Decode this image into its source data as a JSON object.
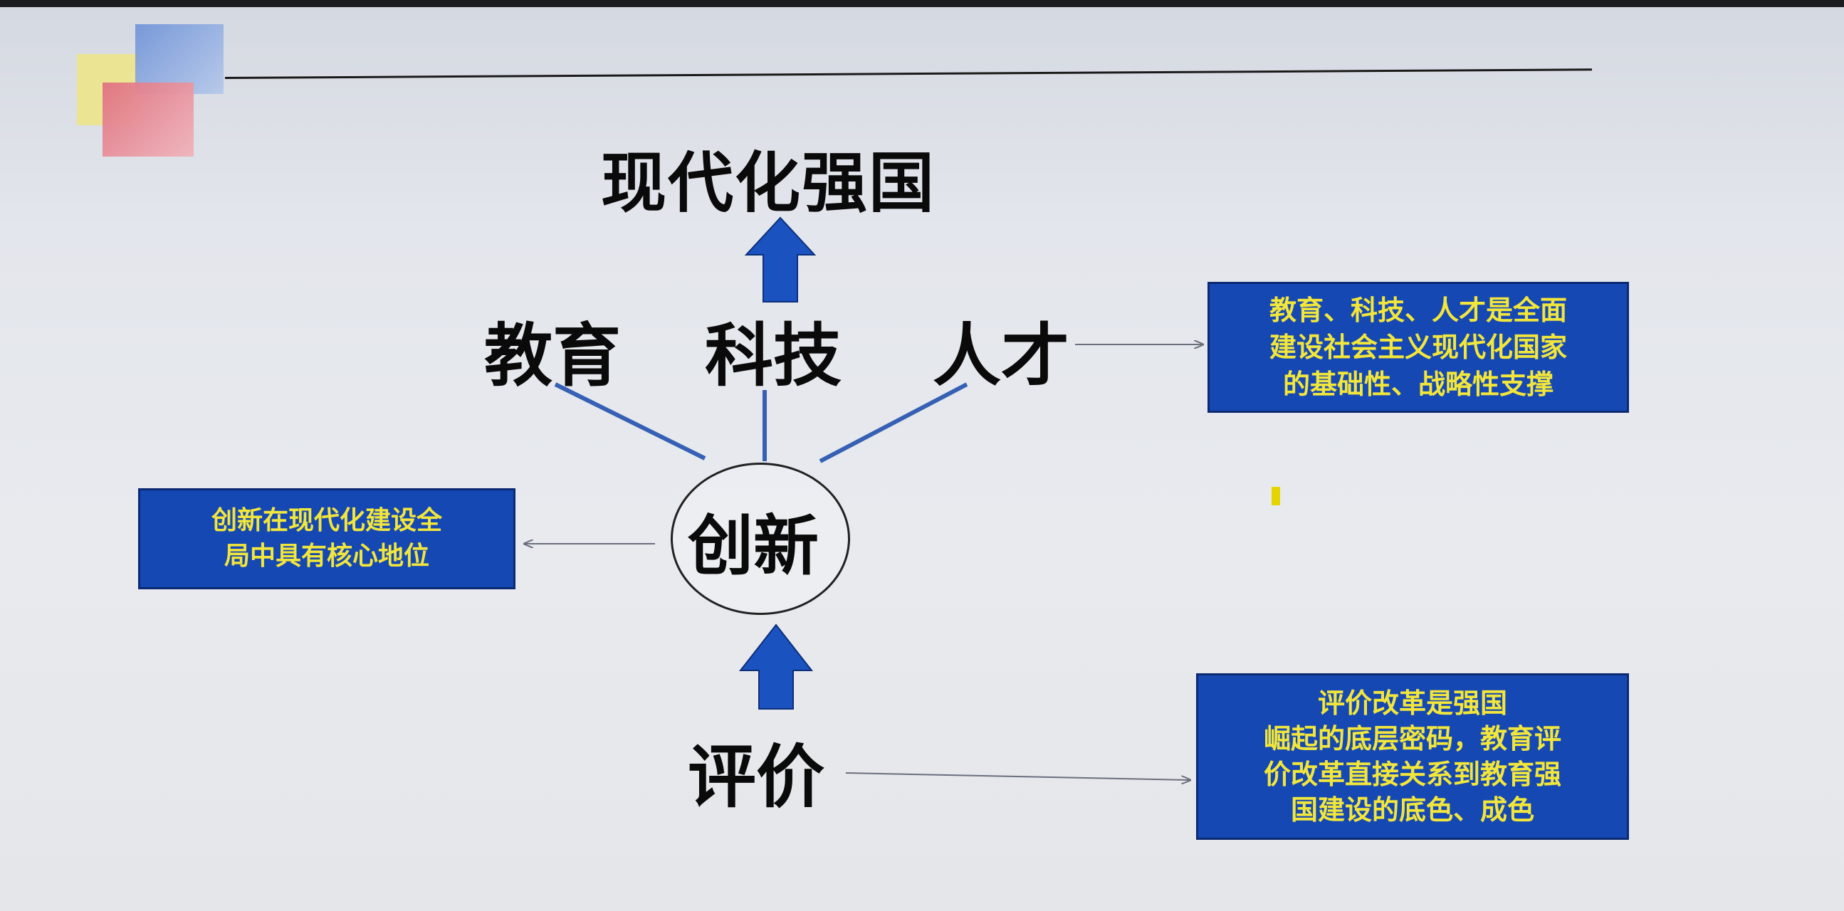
{
  "diagram": {
    "title": "现代化强国",
    "pillars": {
      "education": "教育",
      "science_tech": "科技",
      "talent": "人才"
    },
    "core": "创新",
    "foundation": "评价",
    "notes": {
      "pillars_note": [
        "教育、科技、人才是全面",
        "建设社会主义现代化国家",
        "的基础性、战略性支撑"
      ],
      "core_note": [
        "创新在现代化建设全",
        "局中具有核心地位"
      ],
      "foundation_note": [
        "评价改革是强国",
        "崛起的底层密码，教育评",
        "价改革直接关系到教育强",
        "国建设的底色、成色"
      ]
    }
  },
  "colors": {
    "arrow_fill": "#1a52c0",
    "box_fill": "#1648b4",
    "box_text": "#f2e63a",
    "connector": "#3560b4"
  }
}
